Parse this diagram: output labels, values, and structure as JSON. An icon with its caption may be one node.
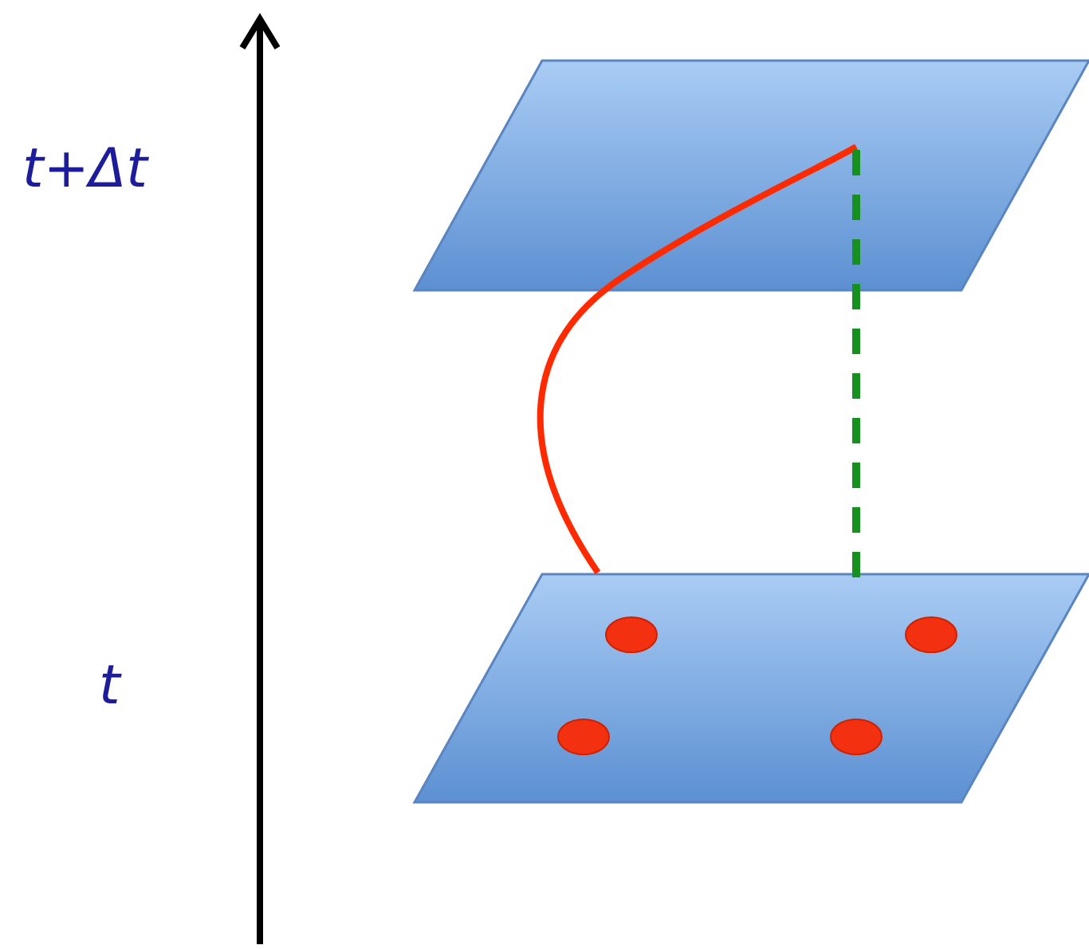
{
  "diagram": {
    "nodes": [
      {
        "text": [],
        "shape": "parallelogram"
      },
      {
        "text": [],
        "shape": "parallelogram"
      },
      {
        "text": [],
        "shape": "circle",
        "in": 1
      },
      {
        "text": [],
        "shape": "circle",
        "in": 1
      },
      {
        "text": [],
        "shape": "circle",
        "in": 1
      },
      {
        "text": [],
        "shape": "circle",
        "in": 1
      }
    ],
    "edges": [
      {
        "from": 1,
        "to": 0,
        "arrow": "none",
        "color": "#ff2a00"
      },
      {
        "from": 1,
        "to": 0,
        "arrow": "none",
        "style": "dashed",
        "color": "#16901e"
      }
    ],
    "labels": [
      "t+Δt",
      "t"
    ]
  }
}
